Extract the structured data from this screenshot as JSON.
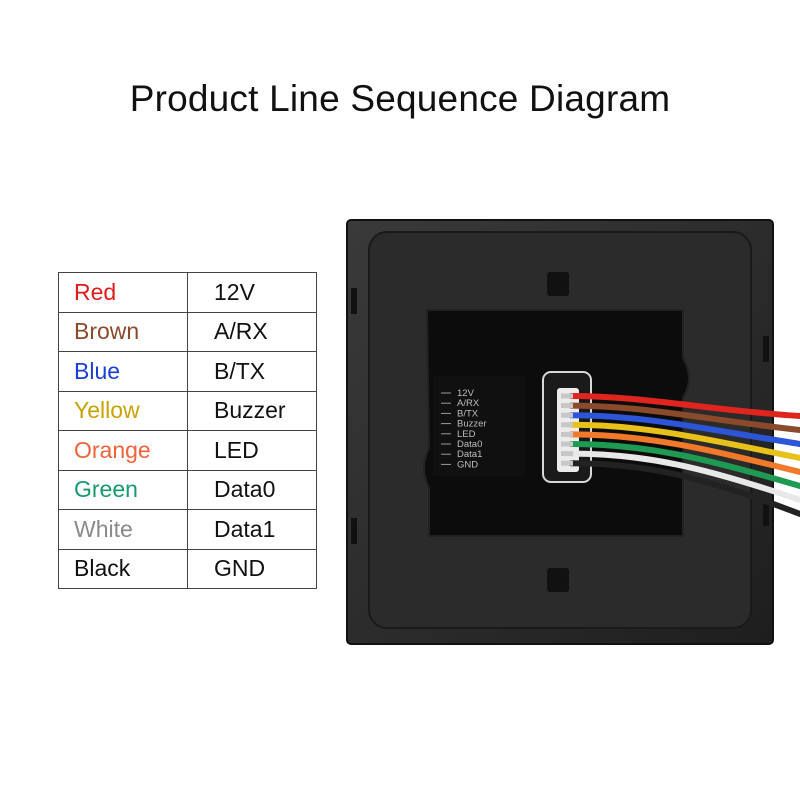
{
  "title": "Product Line Sequence Diagram",
  "wiring_table": {
    "rows": [
      {
        "color_name": "Red",
        "signal": "12V",
        "text_color": "#e21b1b"
      },
      {
        "color_name": "Brown",
        "signal": "A/RX",
        "text_color": "#8b4a2b"
      },
      {
        "color_name": "Blue",
        "signal": "B/TX",
        "text_color": "#1b3fd6"
      },
      {
        "color_name": "Yellow",
        "signal": "Buzzer",
        "text_color": "#c9a400"
      },
      {
        "color_name": "Orange",
        "signal": "LED",
        "text_color": "#f0643a"
      },
      {
        "color_name": "Green",
        "signal": "Data0",
        "text_color": "#179a6a"
      },
      {
        "color_name": "White",
        "signal": "Data1",
        "text_color": "#8a8a8a"
      },
      {
        "color_name": "Black",
        "signal": "GND",
        "text_color": "#111111"
      }
    ]
  },
  "device_label": {
    "pins": [
      "12V",
      "A/RX",
      "B/TX",
      "Buzzer",
      "LED",
      "Data0",
      "Data1",
      "GND"
    ]
  },
  "wire_colors": [
    "#e0251f",
    "#8b4a2b",
    "#2c55d8",
    "#e8c21a",
    "#f07a2a",
    "#1f9a52",
    "#e8e8e8",
    "#222222"
  ]
}
